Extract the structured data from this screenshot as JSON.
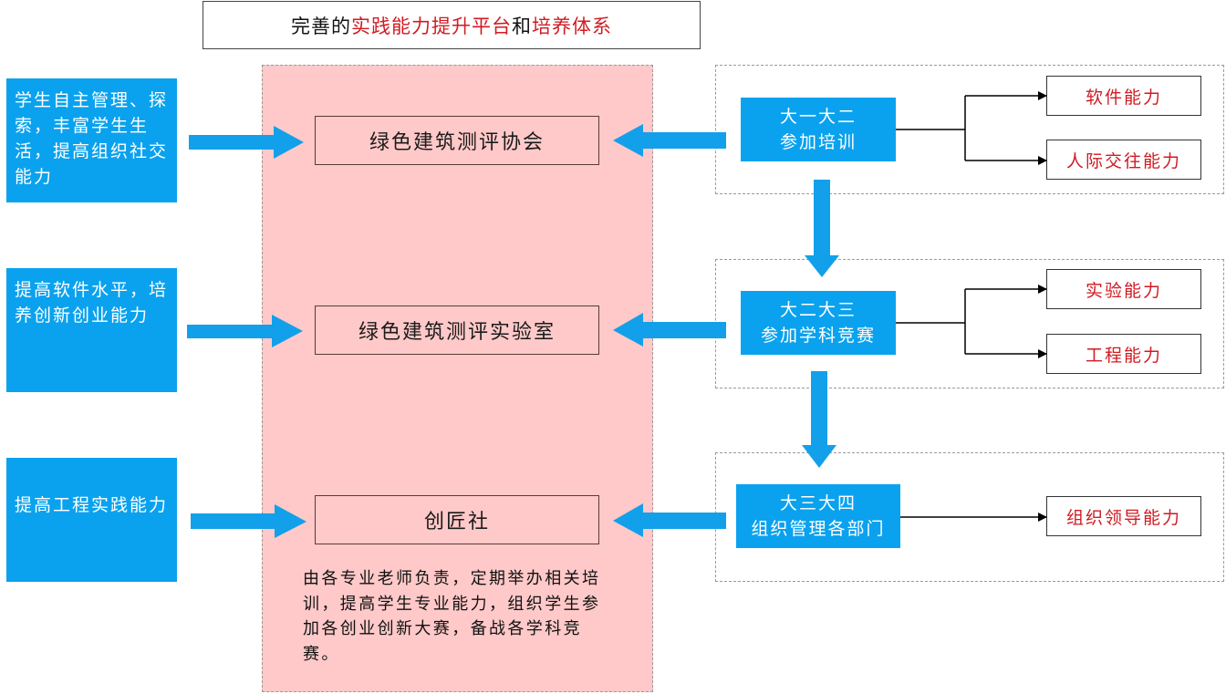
{
  "title": {
    "segments": [
      {
        "text": "完善的",
        "color": "#111111"
      },
      {
        "text": "实践能力提升平台",
        "color": "#d01b22"
      },
      {
        "text": "和",
        "color": "#111111"
      },
      {
        "text": "培养体系",
        "color": "#d01b22"
      }
    ]
  },
  "colors": {
    "accent_blue": "#0aa2ee",
    "panel_pink": "#ffc9c9",
    "skill_red": "#d01b22"
  },
  "goals": [
    {
      "text": "学生自主管理、探索，丰富学生生活，提高组织社交能力"
    },
    {
      "text": "提高软件水平，培养创新创业能力"
    },
    {
      "text": "提高工程实践能力"
    }
  ],
  "platforms": [
    {
      "name": "绿色建筑测评协会"
    },
    {
      "name": "绿色建筑测评实验室"
    },
    {
      "name": "创匠社"
    }
  ],
  "platform_description": "由各专业老师负责，定期举办相关培训，提高学生专业能力，组织学生参加各创业创新大赛，备战各学科竞赛。",
  "stages": [
    {
      "line1": "大一大二",
      "line2": "参加培训",
      "skills": [
        "软件能力",
        "人际交往能力"
      ]
    },
    {
      "line1": "大二大三",
      "line2": "参加学科竞赛",
      "skills": [
        "实验能力",
        "工程能力"
      ]
    },
    {
      "line1": "大三大四",
      "line2": "组织管理各部门",
      "skills": [
        "组织领导能力"
      ]
    }
  ]
}
